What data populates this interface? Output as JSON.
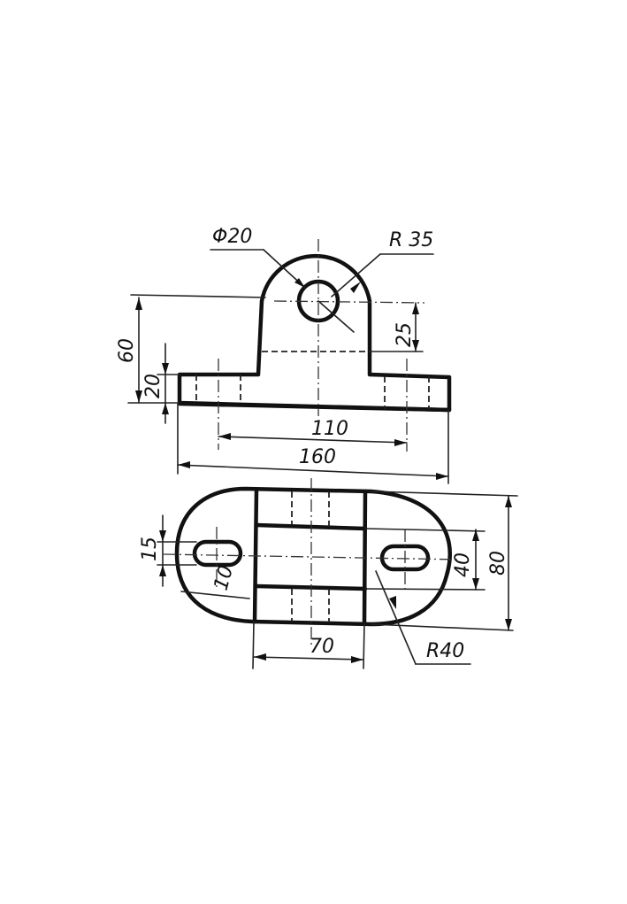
{
  "drawing": {
    "front_view": {
      "dim_hole_diameter": "Φ20",
      "dim_top_radius": "R 35",
      "dim_total_height": "60",
      "dim_base_height": "20",
      "dim_hole_center_height": "25",
      "dim_hole_spacing": "110",
      "dim_total_length": "160"
    },
    "top_view": {
      "dim_slot_width": "15",
      "dim_slot_offset": "10",
      "dim_inner_width": "40",
      "dim_total_width": "80",
      "dim_end_radius": "R40",
      "dim_boss_width": "70"
    }
  }
}
